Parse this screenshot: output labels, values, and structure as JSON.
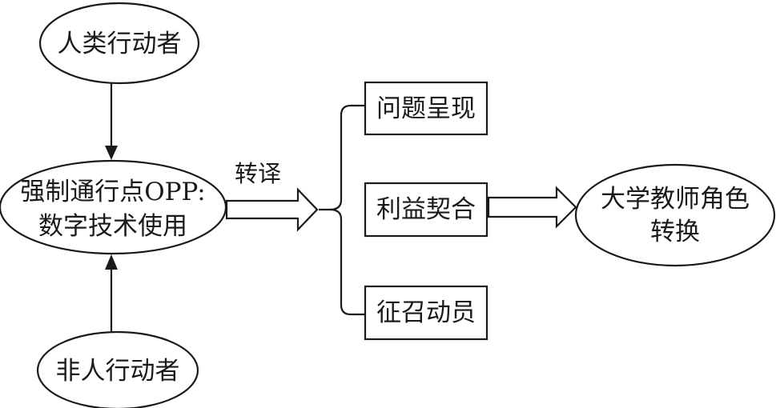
{
  "nodes": {
    "human_actor": "人类行动者",
    "nonhuman_actor": "非人行动者",
    "opp_line1": "强制通行点OPP:",
    "opp_line2": "数字技术使用",
    "problematisation": "问题呈现",
    "interessement": "利益契合",
    "enrolment": "征召动员",
    "role_line1": "大学教师角色",
    "role_line2": "转换"
  },
  "edges": {
    "translation_label": "转译"
  },
  "colors": {
    "stroke": "#1a1a1a",
    "background": "#ffffff"
  }
}
